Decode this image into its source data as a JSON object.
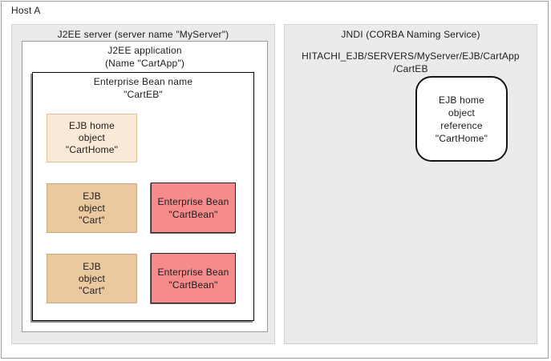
{
  "diagram": {
    "host_label": "Host A",
    "j2ee_server": {
      "title": "J2EE server (server name \"MyServer\")",
      "application": {
        "title_line1": "J2EE application",
        "title_line2": "(Name \"CartApp\")",
        "bean_container": {
          "title_line1": "Enterprise Bean name",
          "title_line2": "\"CartEB\"",
          "home_object": {
            "lines": [
              "EJB home",
              "object",
              "\"CartHome\""
            ]
          },
          "rows": [
            {
              "ejb_object": {
                "lines": [
                  "EJB",
                  "object",
                  "\"Cart\""
                ]
              },
              "enterprise_bean": {
                "lines": [
                  "Enterprise Bean",
                  "\"CartBean\""
                ]
              }
            },
            {
              "ejb_object": {
                "lines": [
                  "EJB",
                  "object",
                  "\"Cart\""
                ]
              },
              "enterprise_bean": {
                "lines": [
                  "Enterprise Bean",
                  "\"CartBean\""
                ]
              }
            }
          ]
        }
      }
    },
    "jndi": {
      "title": "JNDI (CORBA Naming Service)",
      "path_line1": "HITACHI_EJB/SERVERS/MyServer/EJB/CartApp",
      "path_line2": "/CartEB",
      "home_reference": {
        "lines": [
          "EJB home",
          "object",
          "reference",
          "\"CartHome\""
        ]
      }
    },
    "colors": {
      "panel_bg": "#ebebeb",
      "panel_border": "#d2d2d2",
      "outer_border": "#9c9c9c",
      "home_object_bg": "#f8ead6",
      "home_object_border": "#dfc09b",
      "ejb_object_bg": "#ebc9a0",
      "ejb_object_border": "#c9a87d",
      "enterprise_bean_bg": "#f58b8b",
      "enterprise_bean_border": "#262626",
      "bean_container_border": "#000000"
    }
  }
}
